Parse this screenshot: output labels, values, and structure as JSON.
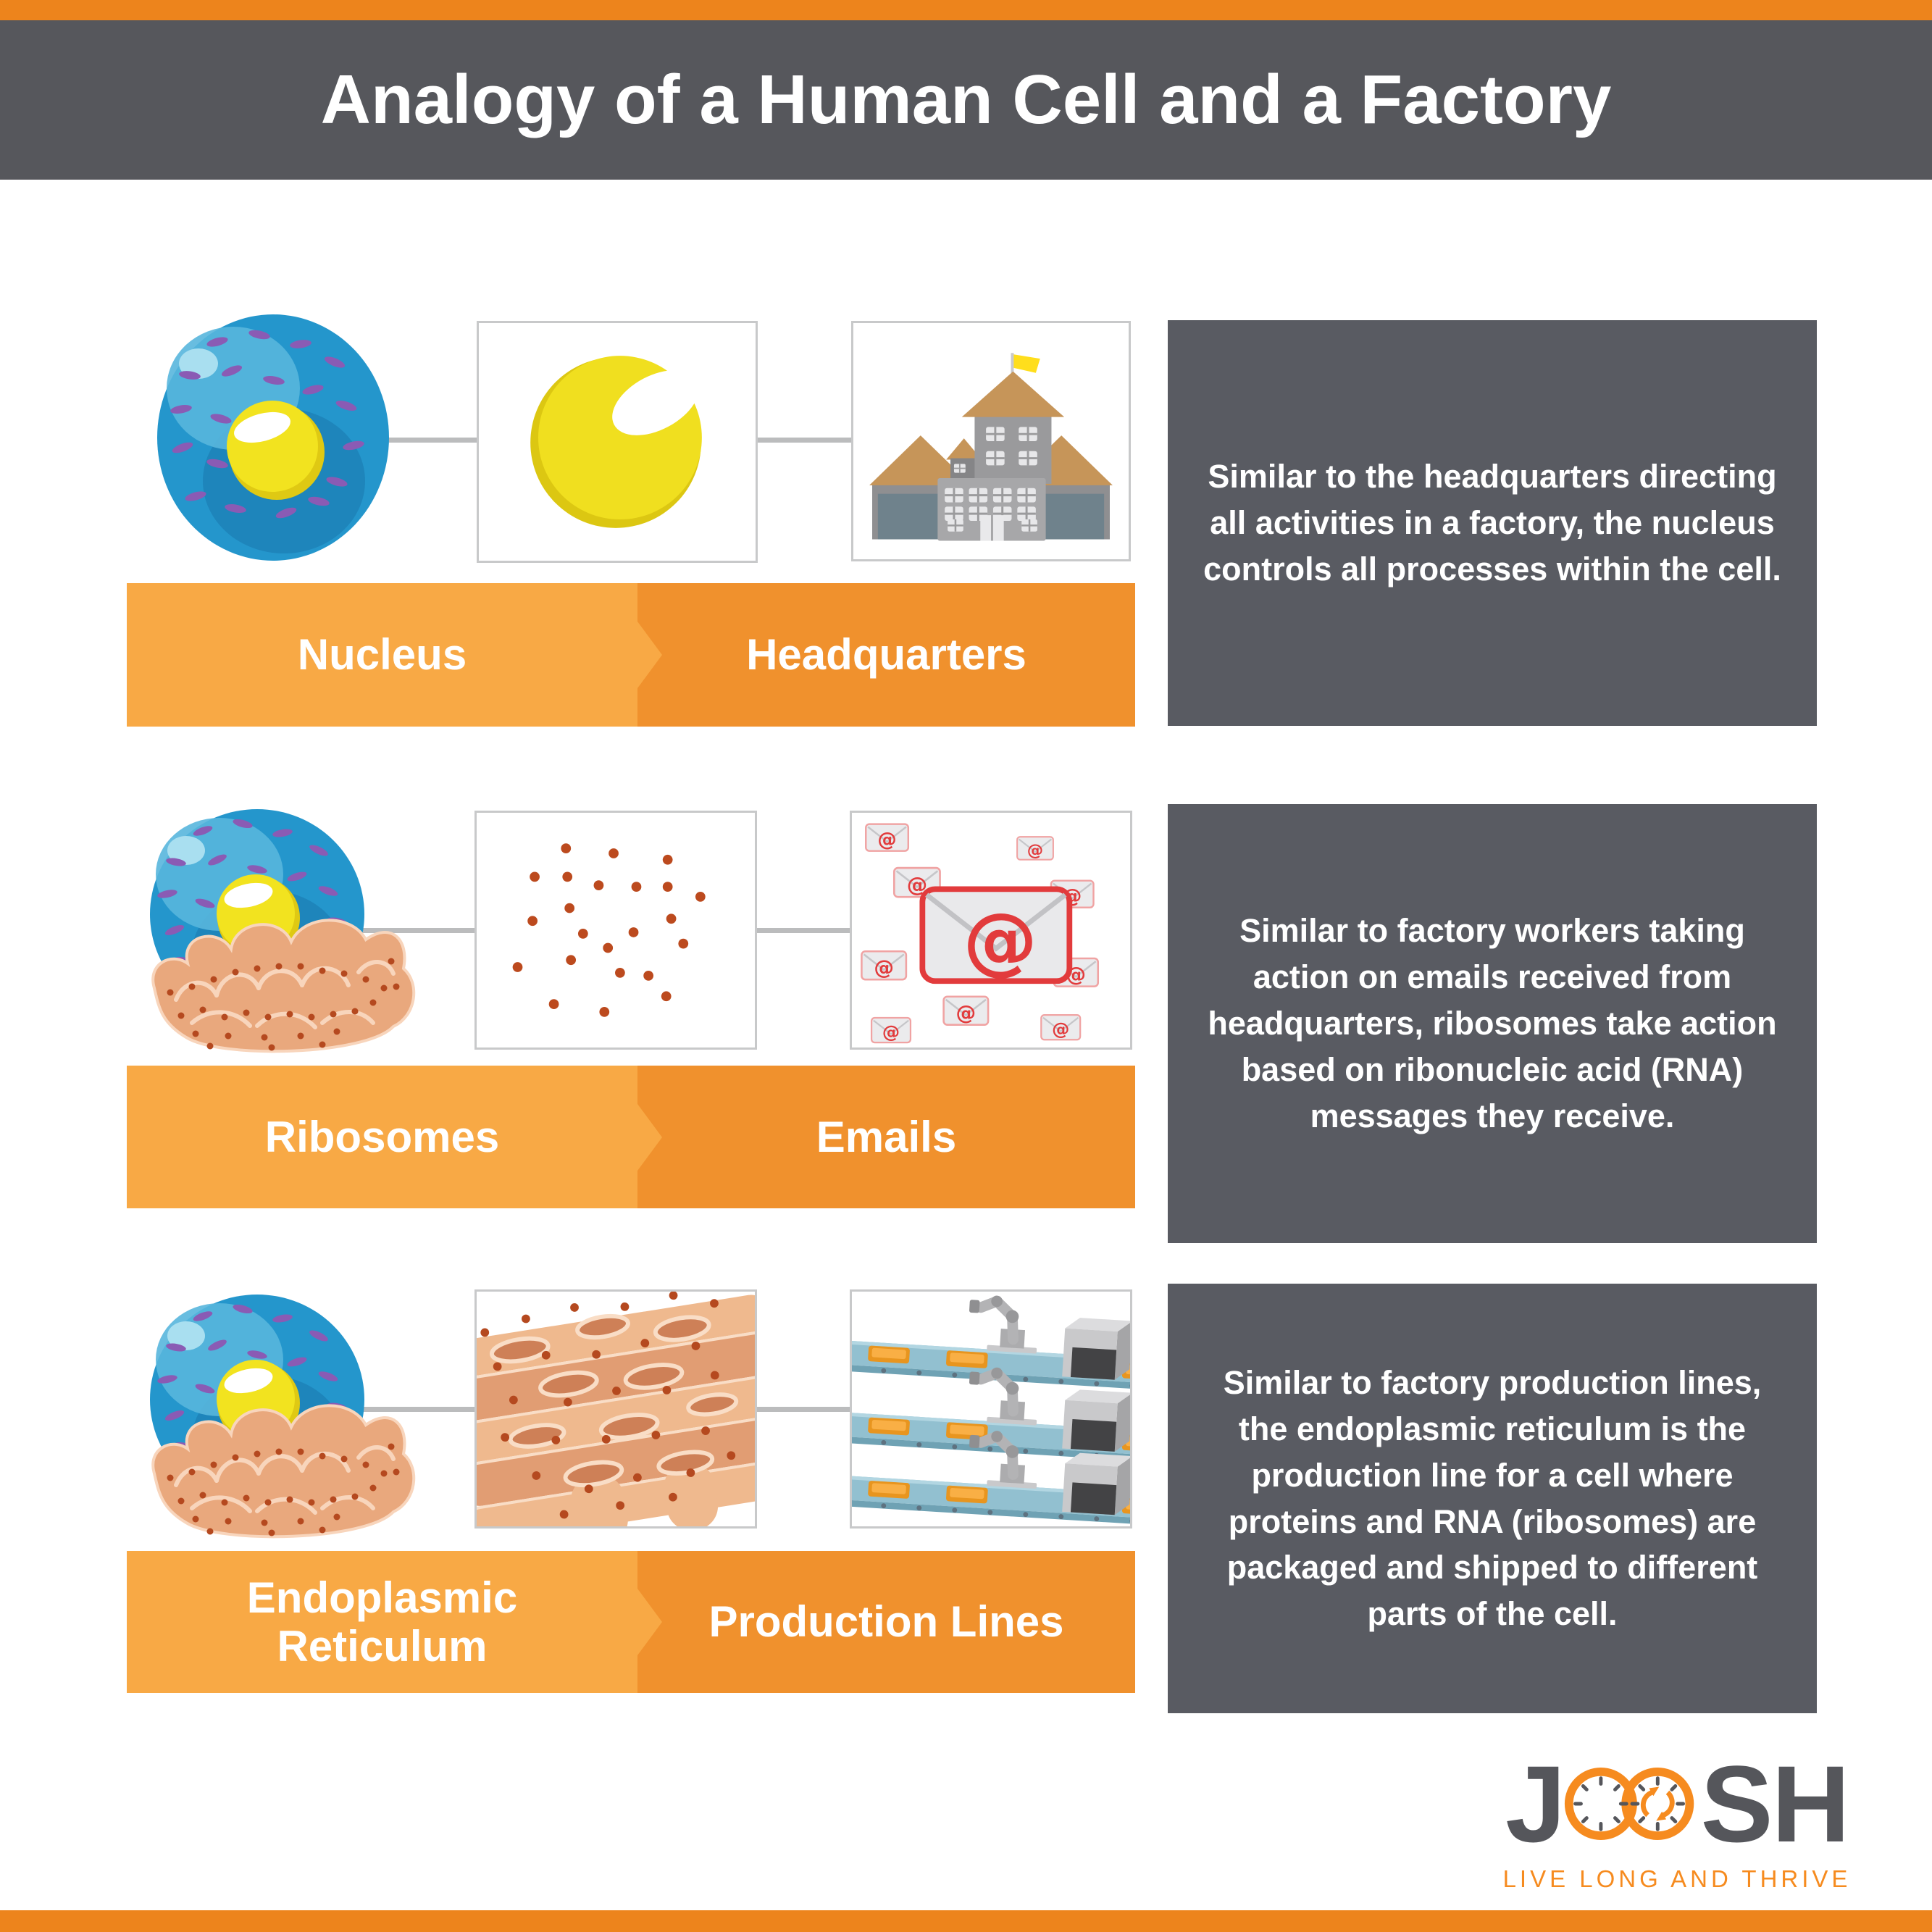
{
  "title": "Analogy of a Human Cell and a Factory",
  "rows": [
    {
      "cell_label": "Nucleus",
      "factory_label": "Headquarters",
      "description": "Similar to the headquarters directing all activities in a factory, the nucleus controls all processes within the cell.",
      "cell_icon": "cell-with-nucleus",
      "organelle_icon": "nucleus-closeup",
      "factory_icon": "headquarters-building"
    },
    {
      "cell_label": "Ribosomes",
      "factory_label": "Emails",
      "description": "Similar to factory workers taking action on emails received from headquarters, ribosomes take action based on ribonucleic acid (RNA) messages they receive.",
      "cell_icon": "cell-with-endoplasmic-reticulum",
      "organelle_icon": "ribosome-dots",
      "factory_icon": "email-envelopes"
    },
    {
      "cell_label": "Endoplasmic Reticulum",
      "factory_label": "Production Lines",
      "description": "Similar to factory production lines, the endoplasmic reticulum is the production line for a cell where proteins and RNA (ribosomes) are packaged and shipped to different parts of the cell.",
      "cell_icon": "cell-with-endoplasmic-reticulum",
      "organelle_icon": "endoplasmic-reticulum-closeup",
      "factory_icon": "production-lines"
    }
  ],
  "logo": {
    "letter_j": "J",
    "letters_sh": "SH",
    "tagline": "LIVE LONG AND THRIVE"
  },
  "colors": {
    "accent_orange": "#ED841C",
    "light_orange": "#F8A945",
    "dark_orange": "#F0912D",
    "header_gray": "#56575C",
    "panel_gray": "#595B62",
    "email_red": "#E23B3C",
    "cell_blue": "#2496CC",
    "nucleus_yellow": "#F0DF1F",
    "er_peach": "#E9A87D",
    "ribosome_brown": "#B5491F",
    "logo_orange": "#F68B1F"
  }
}
